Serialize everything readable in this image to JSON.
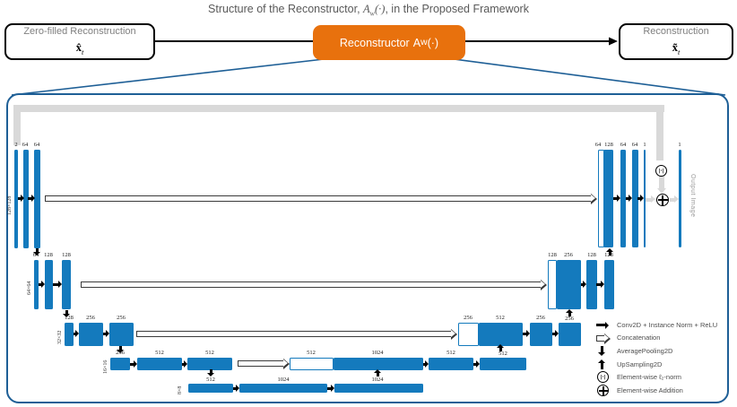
{
  "title": {
    "prefix": "Structure of the Reconstructor, ",
    "math_a": "A",
    "math_sub": "w",
    "math_paren": "(·)",
    "suffix": ", in the Proposed Framework"
  },
  "flow": {
    "left_box": {
      "label": "Zero-filled Reconstruction",
      "symbol": "x̂",
      "symbol_sub": "t"
    },
    "center_box": {
      "label": "Reconstructor",
      "math_a": "A",
      "math_sub": "w",
      "math_paren": "(·)"
    },
    "right_box": {
      "label": "Reconstruction",
      "symbol": "x̃",
      "symbol_sub": "t"
    }
  },
  "unet": {
    "output_image_label": "Output Image",
    "levels": [
      {
        "dim": "128×128",
        "left_labels": [
          "2",
          "64",
          "64"
        ],
        "right_labels": [
          "64",
          "128",
          "64",
          "64",
          "1"
        ],
        "output_label": "1"
      },
      {
        "dim": "64×64",
        "left_labels": [
          "64",
          "128",
          "128"
        ],
        "right_labels": [
          "128",
          "256",
          "128",
          "128"
        ]
      },
      {
        "dim": "32×32",
        "left_labels": [
          "128",
          "256",
          "256"
        ],
        "right_labels": [
          "256",
          "512",
          "256",
          "256"
        ]
      },
      {
        "dim": "16×16",
        "left_labels": [
          "256",
          "512",
          "512"
        ],
        "right_labels": [
          "512",
          "1024",
          "512",
          "512"
        ]
      },
      {
        "dim": "8×8",
        "labels": [
          "512",
          "1024",
          "1024"
        ]
      }
    ]
  },
  "legend": {
    "items": [
      {
        "icon": "conv-arrow-icon",
        "label": "Conv2D + Instance Norm + ReLU"
      },
      {
        "icon": "concat-arrow-icon",
        "label": "Concatenation"
      },
      {
        "icon": "avgpool-arrow-icon",
        "label": "AveragePooling2D"
      },
      {
        "icon": "upsample-arrow-icon",
        "label": "UpSampling2D"
      },
      {
        "icon": "l2norm-icon",
        "label": "Element-wise ℓ₂-norm"
      },
      {
        "icon": "addition-icon",
        "label": "Element-wise Addition"
      }
    ]
  },
  "icons": {
    "l2_glyph": "|·|"
  },
  "colors": {
    "accent_orange": "#E8710D",
    "bar_blue": "#147ABD",
    "panel_border": "#1E5F96",
    "residual_gray": "#D9D9D9"
  }
}
